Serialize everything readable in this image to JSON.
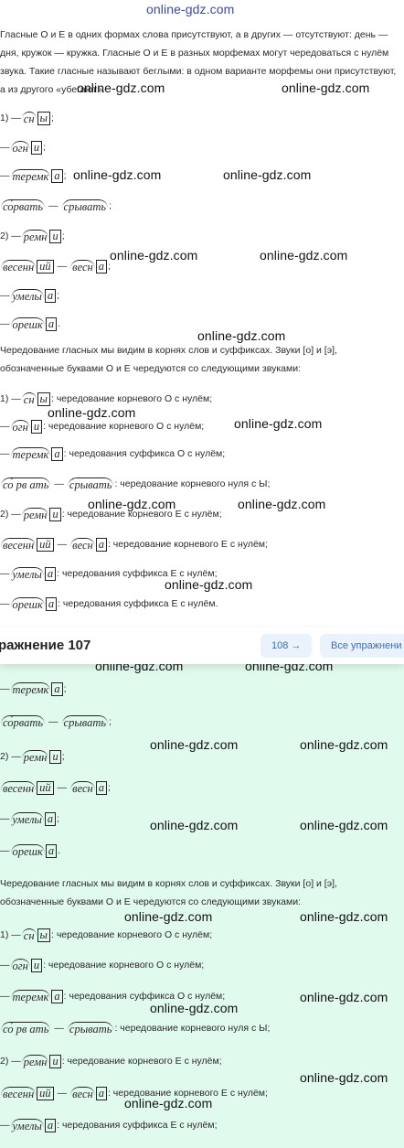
{
  "watermark": "online-gdz.com",
  "intro": {
    "p1": "Гласные О и Е в одних формах слова присутствуют, а в других — отсутствуют: день — дня, кружок — кружка. Гласные О и Е в разных морфемах могут чередоваться с нулём звука. Такие гласные называют беглыми: в одном варианте морфемы они присутствуют, а из другого «убегают».",
    "p2": "Чередование гласных мы видим в корнях слов и суффиксах. Звуки [о] и [э], обозначенные буквами О и Е чередуются со следующими звуками:"
  },
  "labels": {
    "n1": "1) —",
    "n2": "2) —",
    "dash": "—",
    "semi": ";",
    "dot": "."
  },
  "words": {
    "sny_root": "сн",
    "sny_end": "ы",
    "ogni_root": "огн",
    "ogni_end": "и",
    "teremka_root": "теремк",
    "teremka_end": "а",
    "sorvat": "со́рвать",
    "sryvat": "с́рывать",
    "sorvat2": "со́ рв ать",
    "remni_root": "ремн",
    "remni_end": "и",
    "vesenniy_root": "весенн",
    "vesenniy_end": "ий",
    "vesna_root": "весн",
    "vesna_end": "а",
    "umelyi_root": "умелы",
    "umelyi_end": "а",
    "oreshka_root": "орешк",
    "oreshka_end": "а"
  },
  "notes": {
    "root_o": ": чередование корневого О с нулём;",
    "root_o_short": ": чередование корневого О с нулём;",
    "suffix_o": ": чередования суффикса О с нулём;",
    "root_y": ": чередование корневого нуля с Ы;",
    "root_e": ": чередование корневого Е с нулём;",
    "root_e2": ": чередование корневого Е с нулём;",
    "suffix_e": ": чередования суффикса Е с нулём;",
    "suffix_e_end": ": чередования суффикса Е с нулём."
  },
  "exercise_bar": {
    "title": "ражнение 107",
    "next_label": "108 →",
    "all_label": "Все упражнени"
  },
  "colors": {
    "green_bg": "#e0faee",
    "pill_bg": "#eaf2fb",
    "pill_text": "#3b6fb4"
  }
}
